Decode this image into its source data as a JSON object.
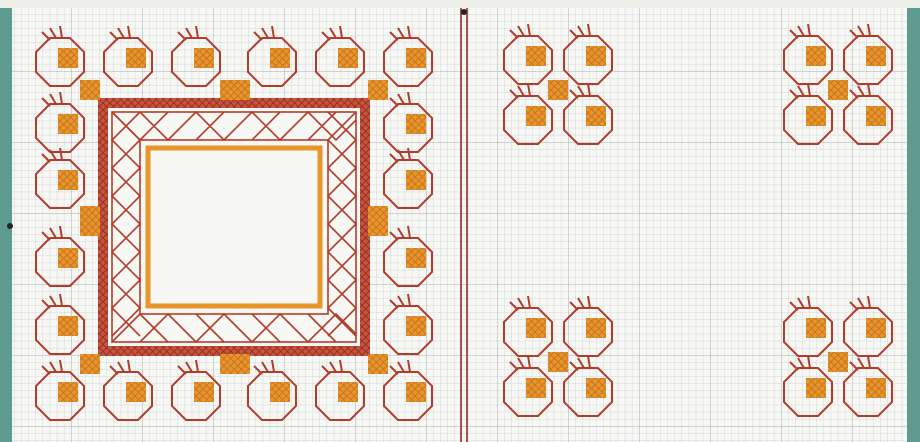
{
  "watermark": "",
  "palette": {
    "background": "#5e9c92",
    "paper": "#f7f7f4",
    "grid_minor": "#c9ccd3",
    "grid_major": "#a8acb6",
    "thread_red": "#b23c2c",
    "thread_orange": "#e8962c",
    "thread_dark": "#8a2b22",
    "center_rule": "#9c2a22"
  },
  "icons": {
    "frame_motif": "square-frame-lattice",
    "corner_motif": "four-petal-cluster",
    "border_motif": "octagon-flower"
  }
}
